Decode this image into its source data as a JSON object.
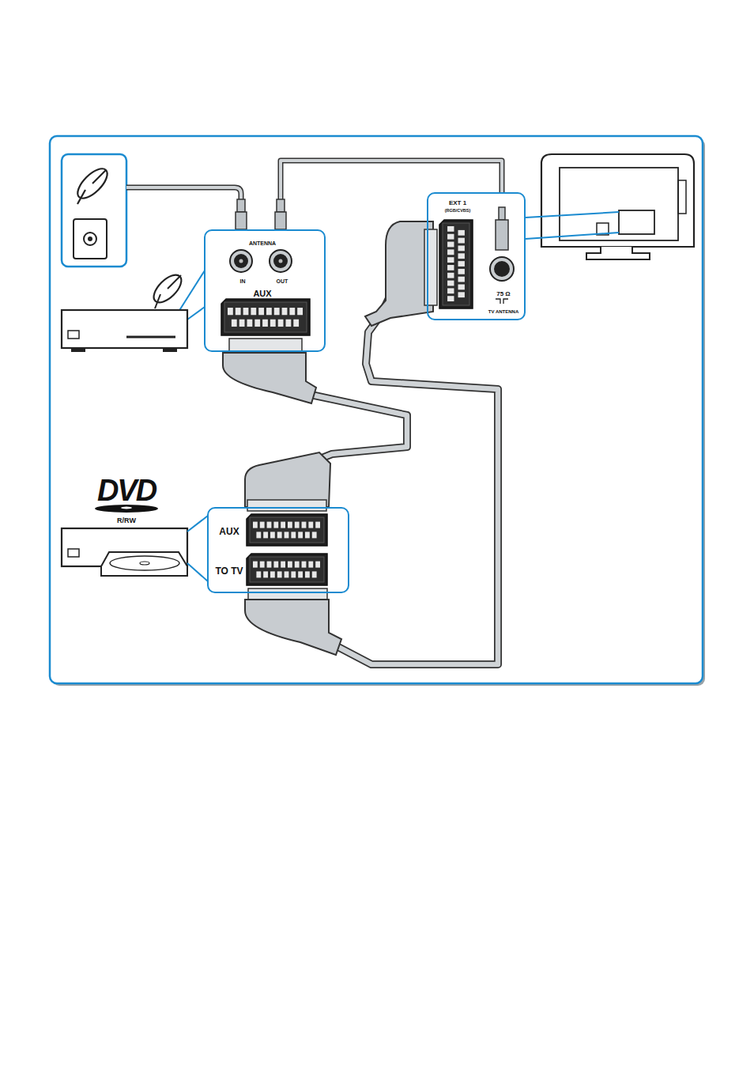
{
  "diagram": {
    "nodes": [
      {
        "text": [
          "ANTENNA",
          "IN",
          "OUT",
          "AUX"
        ]
      },
      {
        "text": [
          "EXT 1",
          "(RGB/CVBS)",
          "75 Ω",
          "TV ANTENNA"
        ]
      },
      {
        "text": [
          "AUX",
          "TO TV"
        ]
      }
    ],
    "edges": [
      {
        "from": 0,
        "to": 1,
        "arrow": "none"
      },
      {
        "from": 0,
        "to": 2,
        "arrow": "none"
      },
      {
        "from": 2,
        "to": 1,
        "arrow": "none"
      }
    ],
    "labels": [
      "DVD",
      "R/RW"
    ]
  }
}
